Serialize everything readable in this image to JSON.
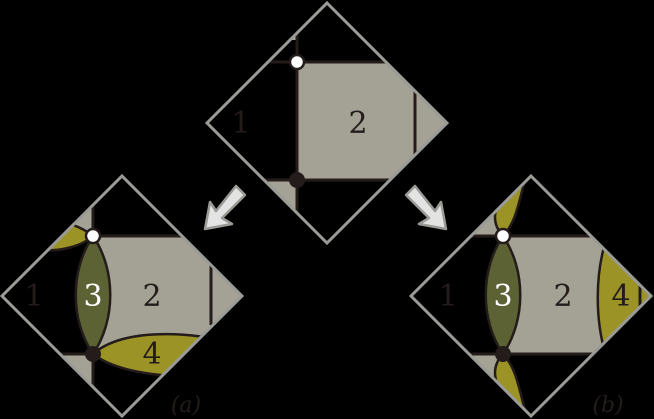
{
  "colors": {
    "background": "#000000",
    "diamond_outline": "#9a9a97",
    "region_gray": "#a4a294",
    "region_dark_olive": "#5d6235",
    "region_olive": "#9c9327",
    "edge": "#231c1a",
    "arrow_fill": "#e2e3e2",
    "arrow_outline": "#9a9a97",
    "label_dark": "#231c1a",
    "label_light": "#ffffff",
    "vertex_open": "#ffffff",
    "vertex_filled": "#231c1a"
  },
  "top_diagram": {
    "regions": [
      {
        "id": "1",
        "label": "1"
      },
      {
        "id": "2",
        "label": "2"
      }
    ],
    "vertices": [
      {
        "type": "open"
      },
      {
        "type": "filled"
      }
    ]
  },
  "arrows": [
    {
      "direction": "down-left",
      "target": "a"
    },
    {
      "direction": "down-right",
      "target": "b"
    }
  ],
  "diagram_a": {
    "caption": "(a)",
    "regions": [
      {
        "id": "1",
        "label": "1"
      },
      {
        "id": "2",
        "label": "2"
      },
      {
        "id": "3",
        "label": "3"
      },
      {
        "id": "4",
        "label": "4"
      }
    ]
  },
  "diagram_b": {
    "caption": "(b)",
    "regions": [
      {
        "id": "1",
        "label": "1"
      },
      {
        "id": "2",
        "label": "2"
      },
      {
        "id": "3",
        "label": "3"
      },
      {
        "id": "4",
        "label": "4"
      }
    ]
  }
}
